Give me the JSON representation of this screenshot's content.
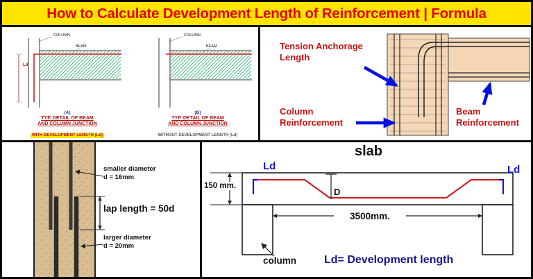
{
  "banner": {
    "title": "How to Calculate Development Length of Reinforcement | Formula"
  },
  "tl": {
    "a": {
      "column": "COLUMN",
      "beam": "BEAM",
      "ld": "Ld",
      "tag": "(A)",
      "cap1": "TYP. DETAIL OF BEAM",
      "cap2": "AND COLUMN JUNCTION",
      "cap3": "WITH DEVELOPMENT LENGTH (Ld)"
    },
    "b": {
      "column": "COLUMN",
      "beam": "BEAM",
      "tag": "(B)",
      "cap1": "TYP. DETAIL OF BEAM",
      "cap2": "AND COLUMN JUNCTION",
      "cap3": "WITHOUT DEVELOPMENT LENGTH (Ld)"
    }
  },
  "tr": {
    "tension": "Tension Anchorage Length",
    "column": "Column Reinforcement",
    "beam": "Beam Reinforcement"
  },
  "bl": {
    "smaller1": "smaller diameter",
    "smaller2": "d = 16mm",
    "lap": "lap length = 50d",
    "larger1": "larger diameter",
    "larger2": "d = 20mm"
  },
  "br": {
    "slab": "slab",
    "ld_left": "Ld",
    "ld_right": "Ld",
    "depth": "150 mm.",
    "d": "D",
    "span": "3500mm.",
    "column": "column",
    "legend": "Ld= Development length"
  },
  "colors": {
    "banner_bg": "#FFE400",
    "title_red": "#E60000",
    "label_red": "#CC1111",
    "arrow_blue": "#0010E0",
    "rebar_red": "#D42020",
    "legend_blue": "#15158C",
    "hatch_green": "#00A651",
    "concrete_tan": "#F5D7B6",
    "column_tan": "#D9BD93"
  }
}
